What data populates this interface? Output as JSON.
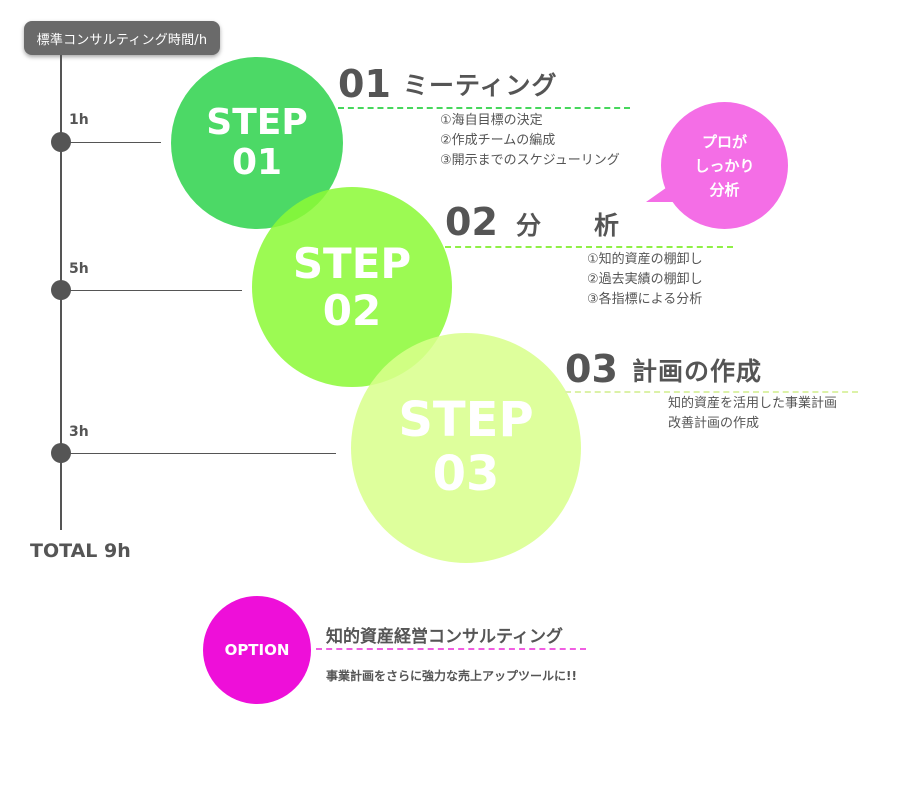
{
  "header": {
    "title": "標準コンサルティング時間/h"
  },
  "timeline": {
    "ticks": [
      {
        "label": "1h"
      },
      {
        "label": "5h"
      },
      {
        "label": "3h"
      }
    ],
    "total": "TOTAL 9h"
  },
  "steps": [
    {
      "circle_word": "STEP",
      "circle_num": "01",
      "number": "01",
      "title": "ミーティング",
      "items": [
        "①海自目標の決定",
        "②作成チームの編成",
        "③開示までのスケジューリング"
      ]
    },
    {
      "circle_word": "STEP",
      "circle_num": "02",
      "number": "02",
      "title": "分　　析",
      "items": [
        "①知的資産の棚卸し",
        "②過去実績の棚卸し",
        "③各指標による分析"
      ]
    },
    {
      "circle_word": "STEP",
      "circle_num": "03",
      "number": "03",
      "title": "計画の作成",
      "items": [
        "知的資産を活用した事業計画",
        "改善計画の作成"
      ]
    }
  ],
  "bubble": {
    "lines": [
      "プロが",
      "しっかり",
      "分析"
    ]
  },
  "option": {
    "label": "OPTION",
    "title": "知的資産経営コンサルティング",
    "description": "事業計画をさらに強力な売上アップツールに!!"
  },
  "colors": {
    "step1": "#3ed65a",
    "step2": "#8cf937",
    "step3": "#d8ff8c",
    "bubble": "#f46ee6",
    "option": "#ee0fd9",
    "text": "#555555"
  }
}
